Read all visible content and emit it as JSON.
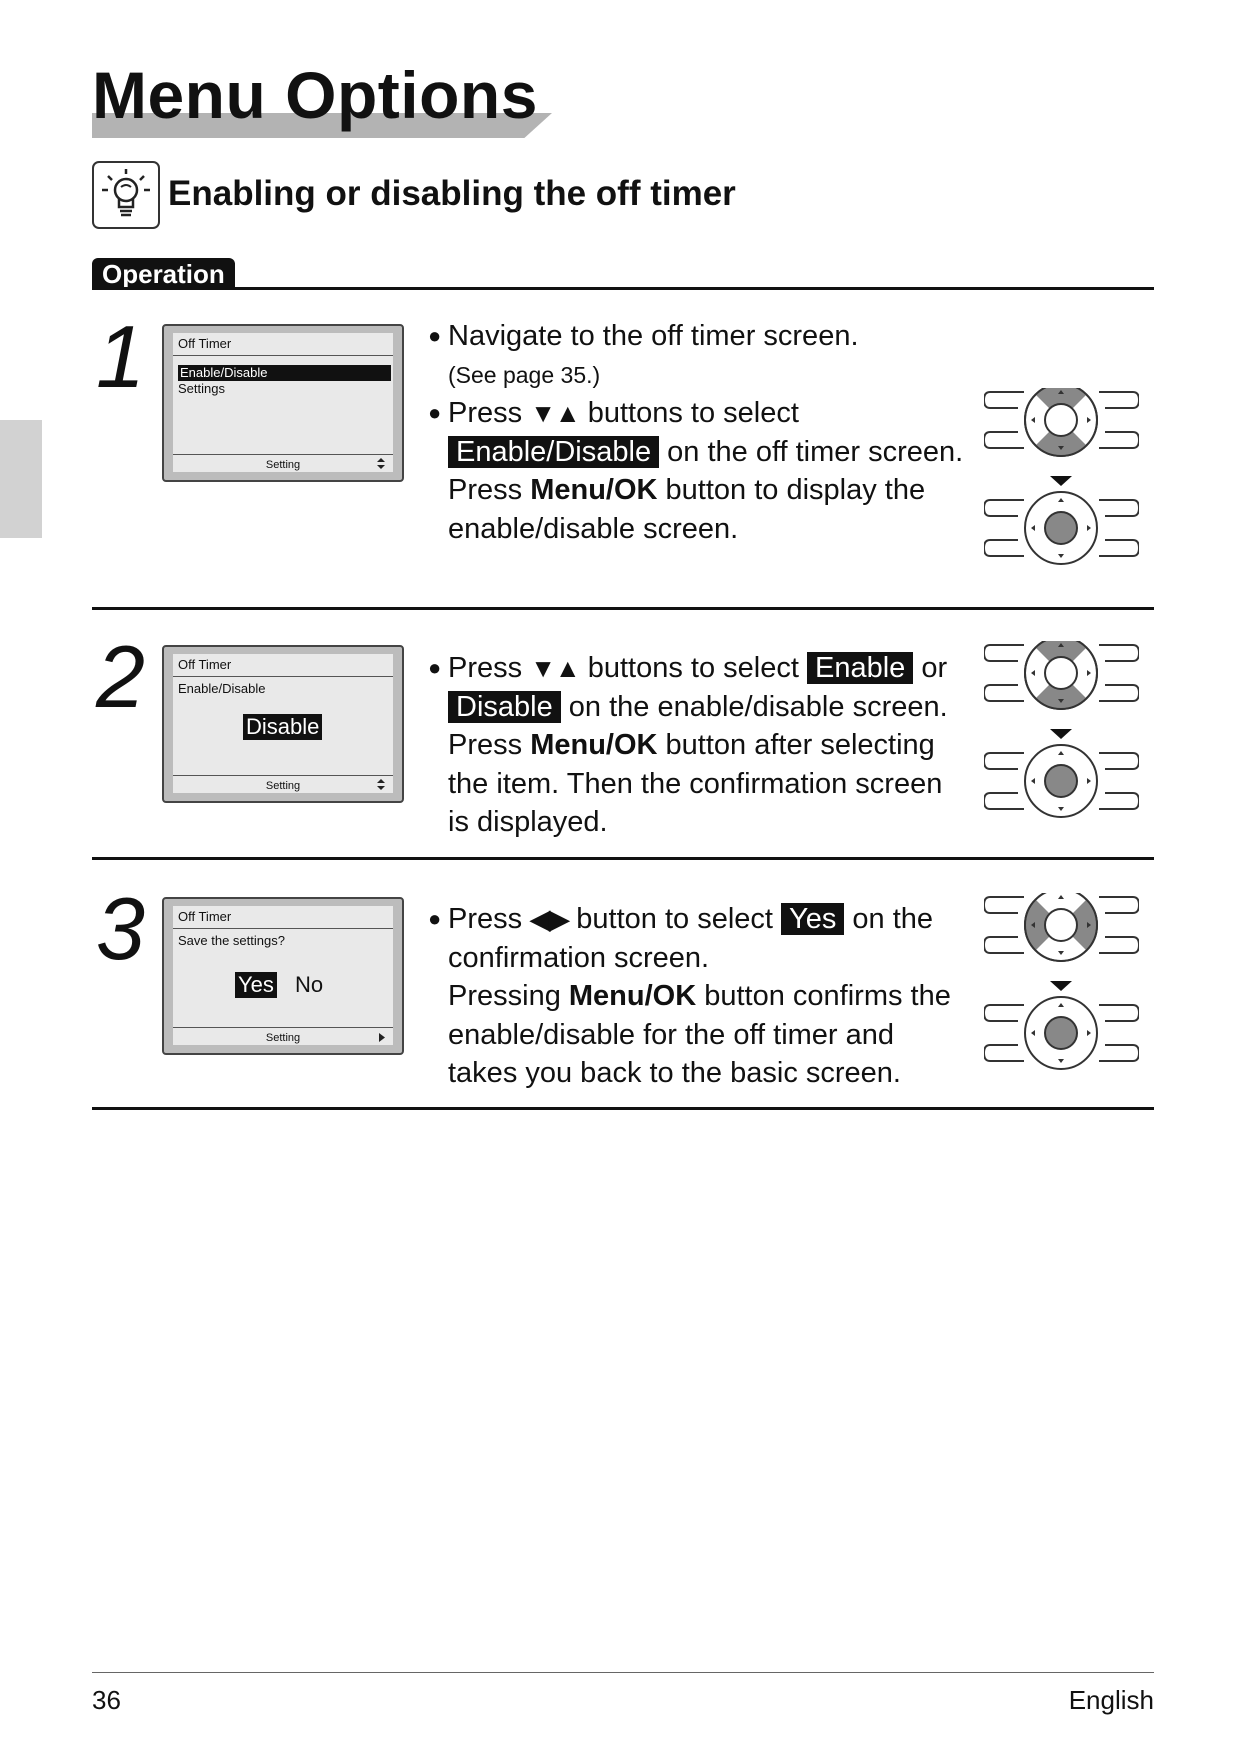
{
  "page_title": "Menu Options",
  "section_heading": "Enabling or disabling the off timer",
  "operation_label": "Operation",
  "steps": [
    {
      "number": "1",
      "screen": {
        "title": "Off Timer",
        "selected_item": "Enable/Disable",
        "item2": "Settings",
        "footer": "Setting"
      },
      "text": {
        "b1": "Navigate to the off timer screen.",
        "b1_note": "(See page 35.)",
        "press": "Press",
        "arrows": "▼▲",
        "buttons_to_select": "buttons to select",
        "highlight": "Enable/Disable",
        "after_highlight": "on the off timer screen.",
        "press2": "Press",
        "menu_ok": "Menu/OK",
        "tail1": "button to display the",
        "tail2": "enable/disable screen."
      }
    },
    {
      "number": "2",
      "screen": {
        "title": "Off Timer",
        "subtitle": "Enable/Disable",
        "value": "Disable",
        "footer": "Setting"
      },
      "text": {
        "press": "Press",
        "arrows": "▼▲",
        "buttons_to_select": "buttons to select",
        "highlight1": "Enable",
        "or": "or",
        "highlight2": "Disable",
        "after_highlight": "on the enable/disable screen.",
        "press2": "Press",
        "menu_ok": "Menu/OK",
        "tail1": "button after selecting",
        "tail2": "the item. Then the confirmation screen",
        "tail3": "is displayed."
      }
    },
    {
      "number": "3",
      "screen": {
        "title": "Off Timer",
        "question": "Save the settings?",
        "yes": "Yes",
        "no": "No",
        "footer": "Setting"
      },
      "text": {
        "press": "Press",
        "arrows": "◀▶",
        "button_to_select": "button to select",
        "highlight": "Yes",
        "on_the": "on the",
        "line2": "confirmation screen.",
        "pressing": "Pressing",
        "menu_ok": "Menu/OK",
        "tail1": "button confirms the",
        "tail2": "enable/disable for the off timer and",
        "tail3": "takes you back to the basic screen."
      }
    }
  ],
  "footer": {
    "page_number": "36",
    "language": "English"
  },
  "icons": [
    "lightbulb-tip-icon",
    "remote-pad-icon",
    "down-arrow-icon",
    "up-down-arrow-icon",
    "right-arrow-icon"
  ]
}
